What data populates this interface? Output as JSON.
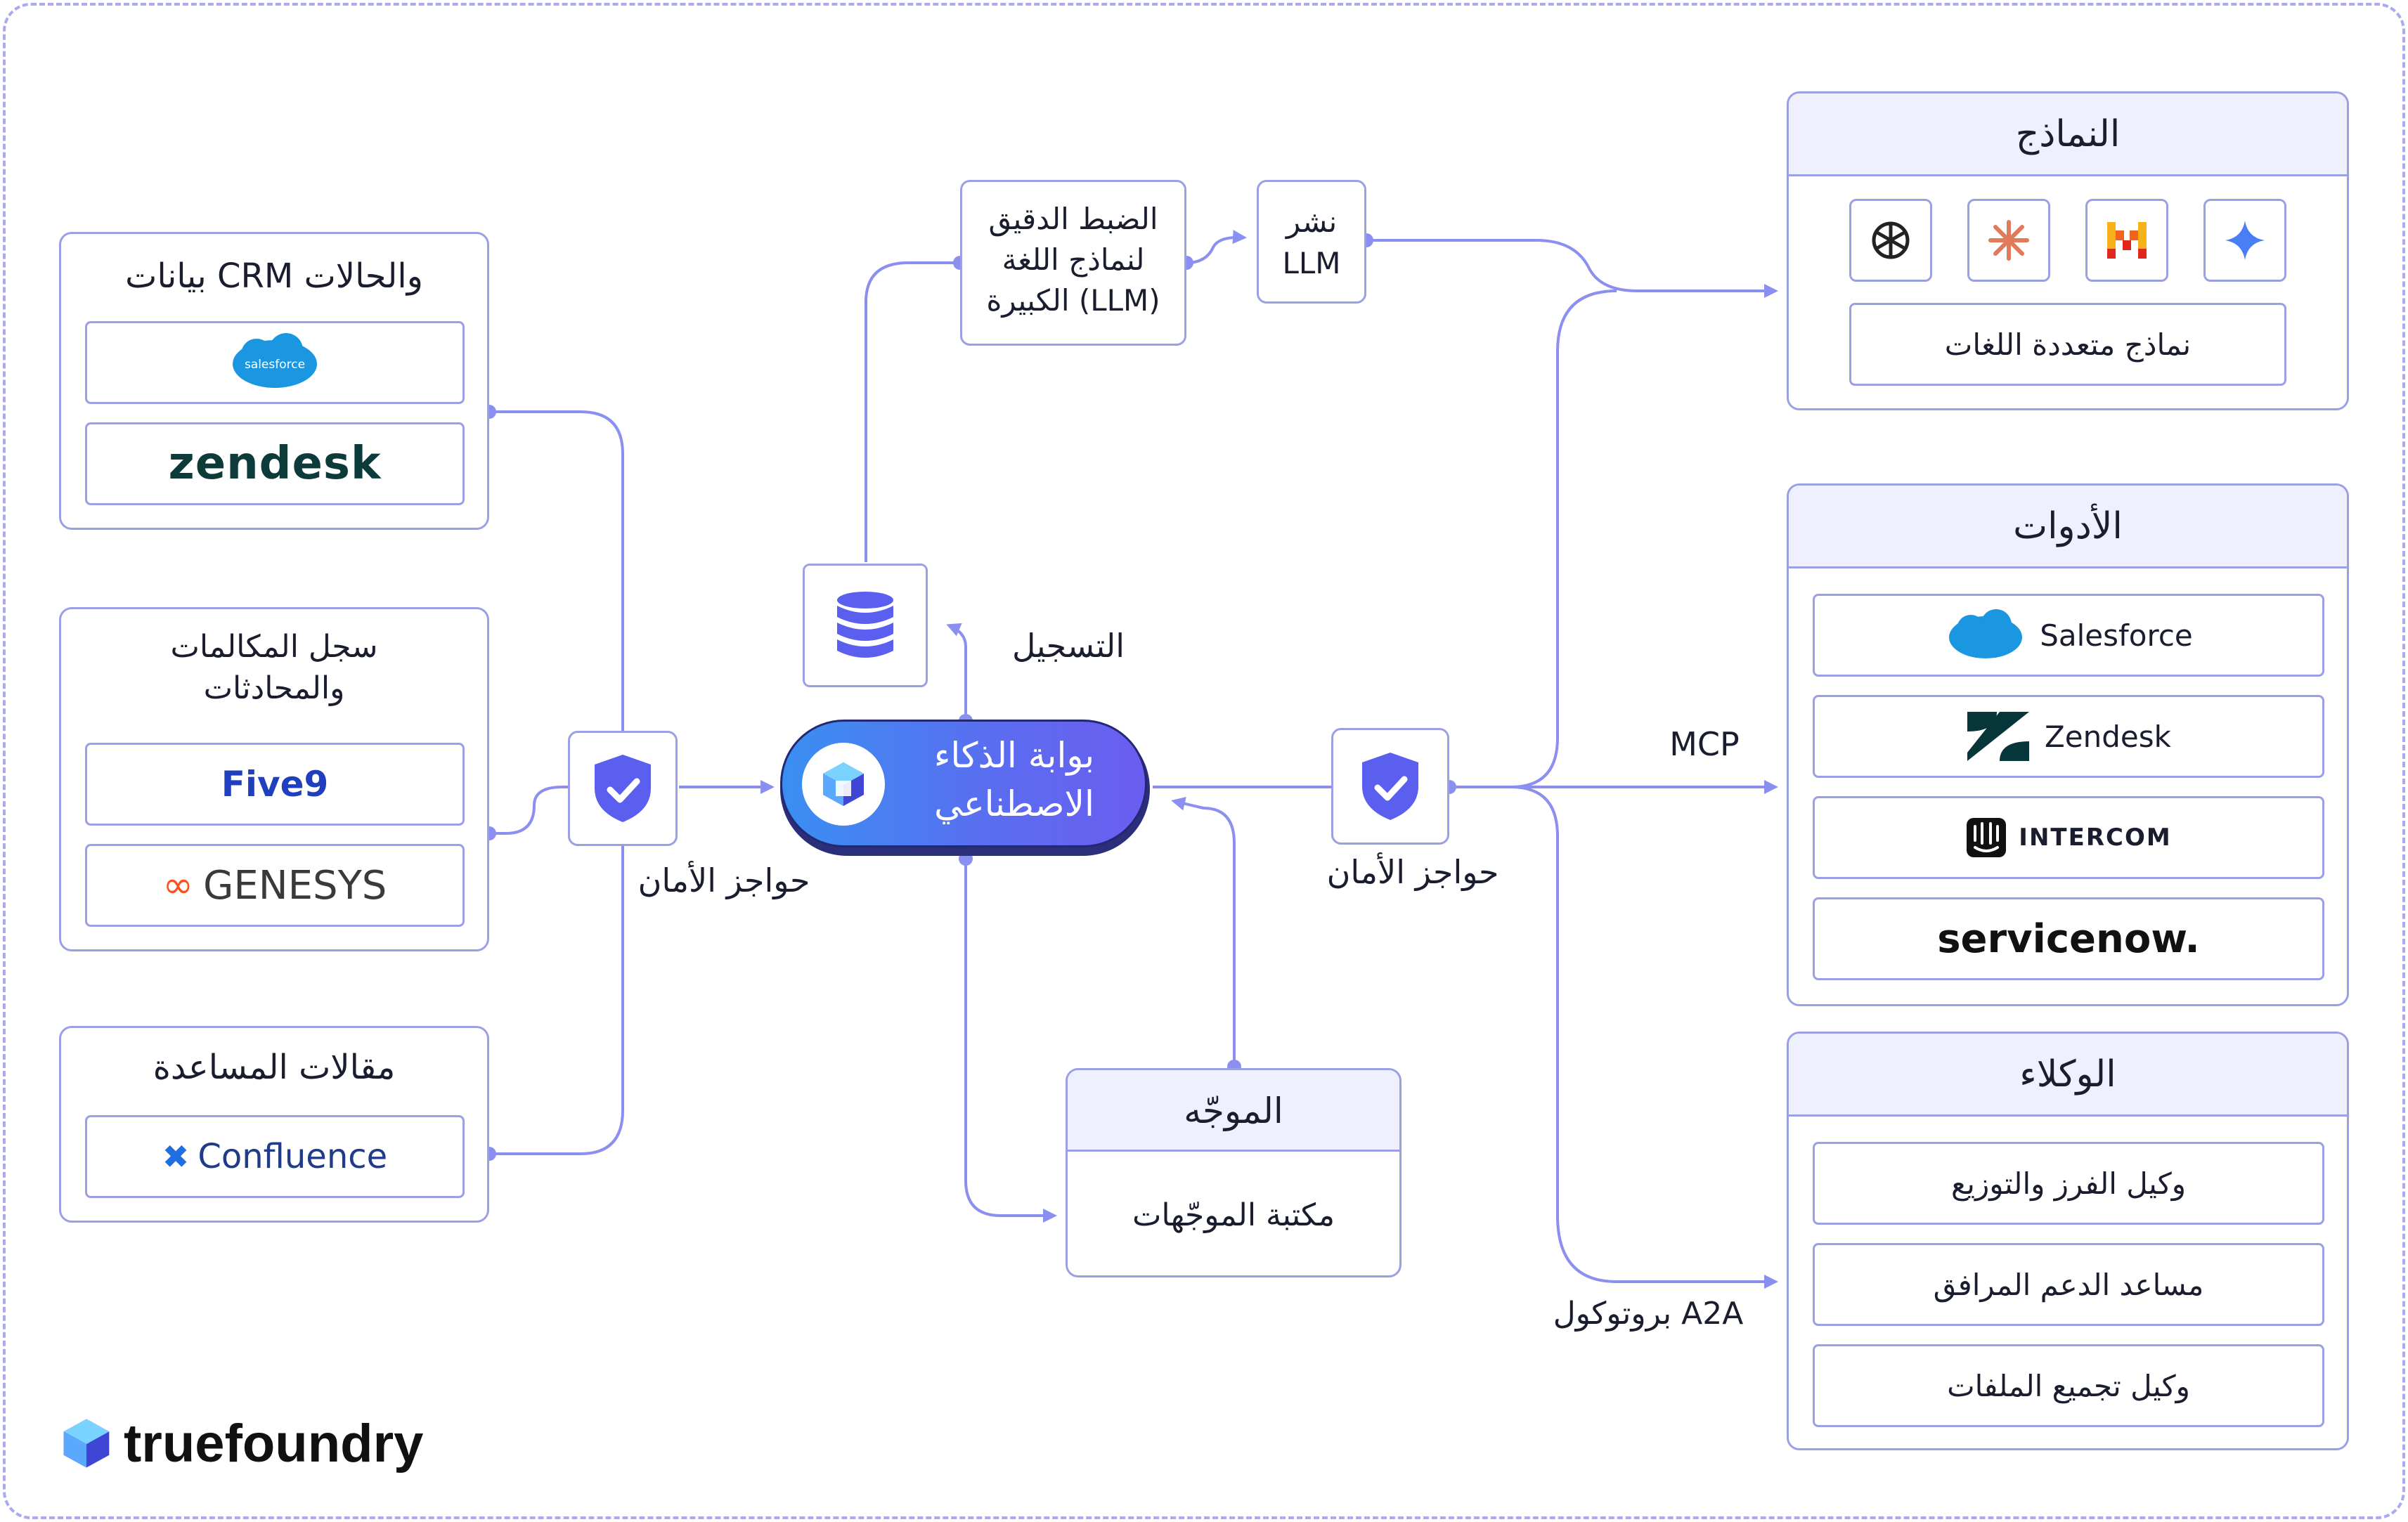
{
  "sources": {
    "crm": {
      "title": "بيانات CRM والحالات",
      "items": [
        "salesforce",
        "zendesk"
      ]
    },
    "calls": {
      "title_line1": "سجل المكالمات",
      "title_line2": "والمحادثات",
      "items": [
        "Five9",
        "GENESYS"
      ]
    },
    "help": {
      "title": "مقالات المساعدة",
      "items": [
        "Confluence"
      ]
    }
  },
  "gateway": {
    "line1": "بوابة الذكاء",
    "line2": "الاصطناعي"
  },
  "guardrails_left": "حواجز الأمان",
  "guardrails_right": "حواجز الأمان",
  "logging": "التسجيل",
  "finetune": {
    "line1": "الضبط الدقيق",
    "line2": "لنماذج اللغة",
    "line3": "الكبيرة (LLM)"
  },
  "deploy": {
    "line1": "نشر",
    "line2": "LLM"
  },
  "router": {
    "title": "الموجّه",
    "item": "مكتبة الموجّهات"
  },
  "mcp": "MCP",
  "a2a": "بروتوكول A2A",
  "models": {
    "title": "النماذج",
    "icons": [
      "openai-icon",
      "anthropic-icon",
      "mistral-icon",
      "gemini-icon"
    ],
    "multilingual": "نماذج متعددة اللغات"
  },
  "tools": {
    "title": "الأدوات",
    "items": [
      "Salesforce",
      "Zendesk",
      "INTERCOM",
      "servicenow."
    ]
  },
  "agents": {
    "title": "الوكلاء",
    "items": [
      "وكيل الفرز والتوزيع",
      "مساعد الدعم المرافق",
      "وكيل تجميع الملفات"
    ]
  },
  "brand": "truefoundry",
  "colors": {
    "accent": "#5b5ff0",
    "line": "#8b8ff0",
    "panel_border": "#9b9fe4",
    "header_fill": "#eef0fd"
  }
}
